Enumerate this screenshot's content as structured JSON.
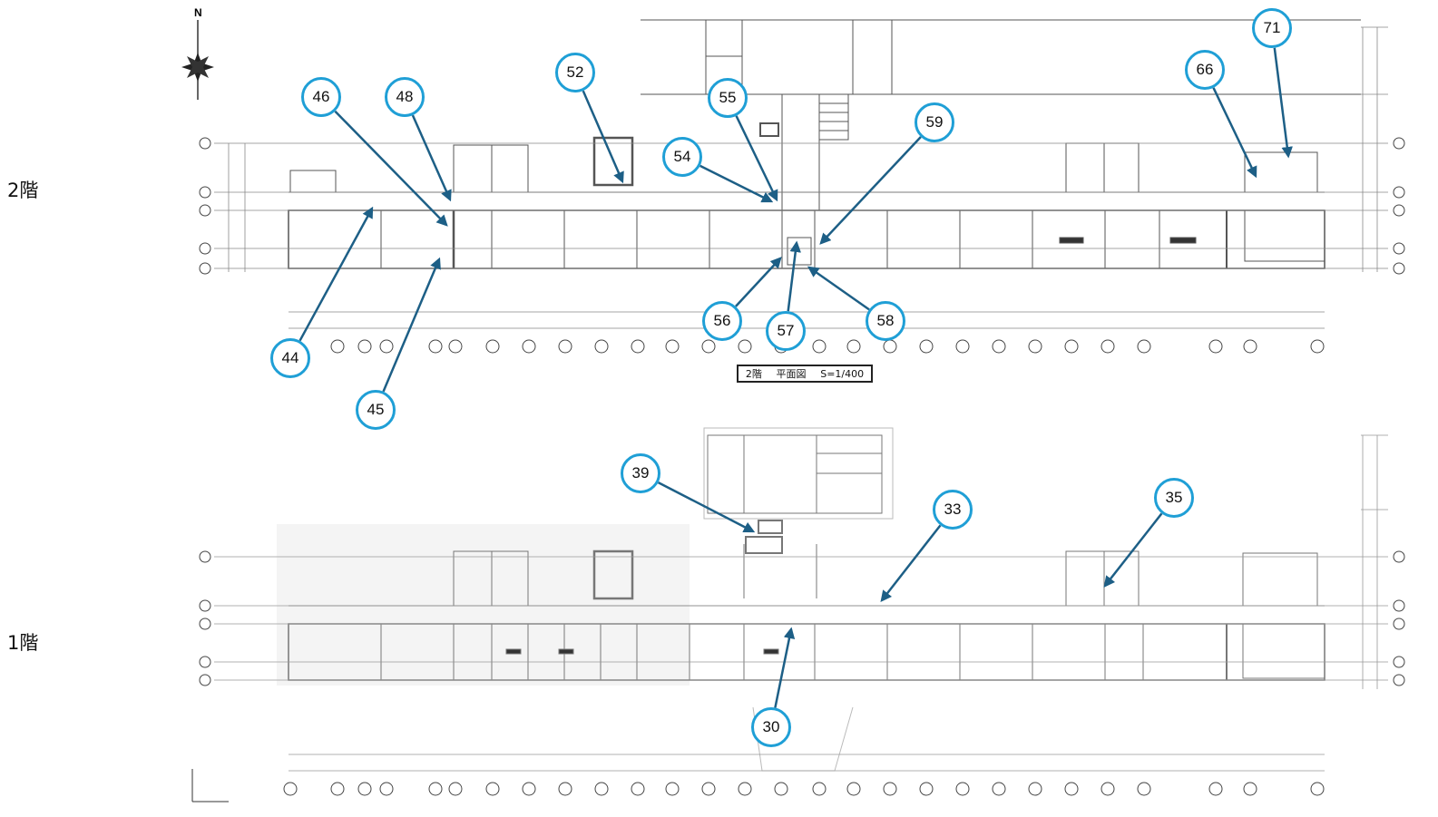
{
  "floor_labels": {
    "second": "2階",
    "first": "1階"
  },
  "north_label": "N",
  "plan_title": {
    "floor": "2階",
    "name": "平面図",
    "scale": "S=1/400"
  },
  "callouts": [
    {
      "num": "44"
    },
    {
      "num": "45"
    },
    {
      "num": "46"
    },
    {
      "num": "48"
    },
    {
      "num": "52"
    },
    {
      "num": "54"
    },
    {
      "num": "55"
    },
    {
      "num": "56"
    },
    {
      "num": "57"
    },
    {
      "num": "58"
    },
    {
      "num": "59"
    },
    {
      "num": "66"
    },
    {
      "num": "71"
    },
    {
      "num": "39"
    },
    {
      "num": "33"
    },
    {
      "num": "35"
    },
    {
      "num": "30"
    }
  ],
  "colors": {
    "callout_border": "#1f9fd6",
    "arrow": "#1d5f86",
    "drawing": "#555555"
  }
}
